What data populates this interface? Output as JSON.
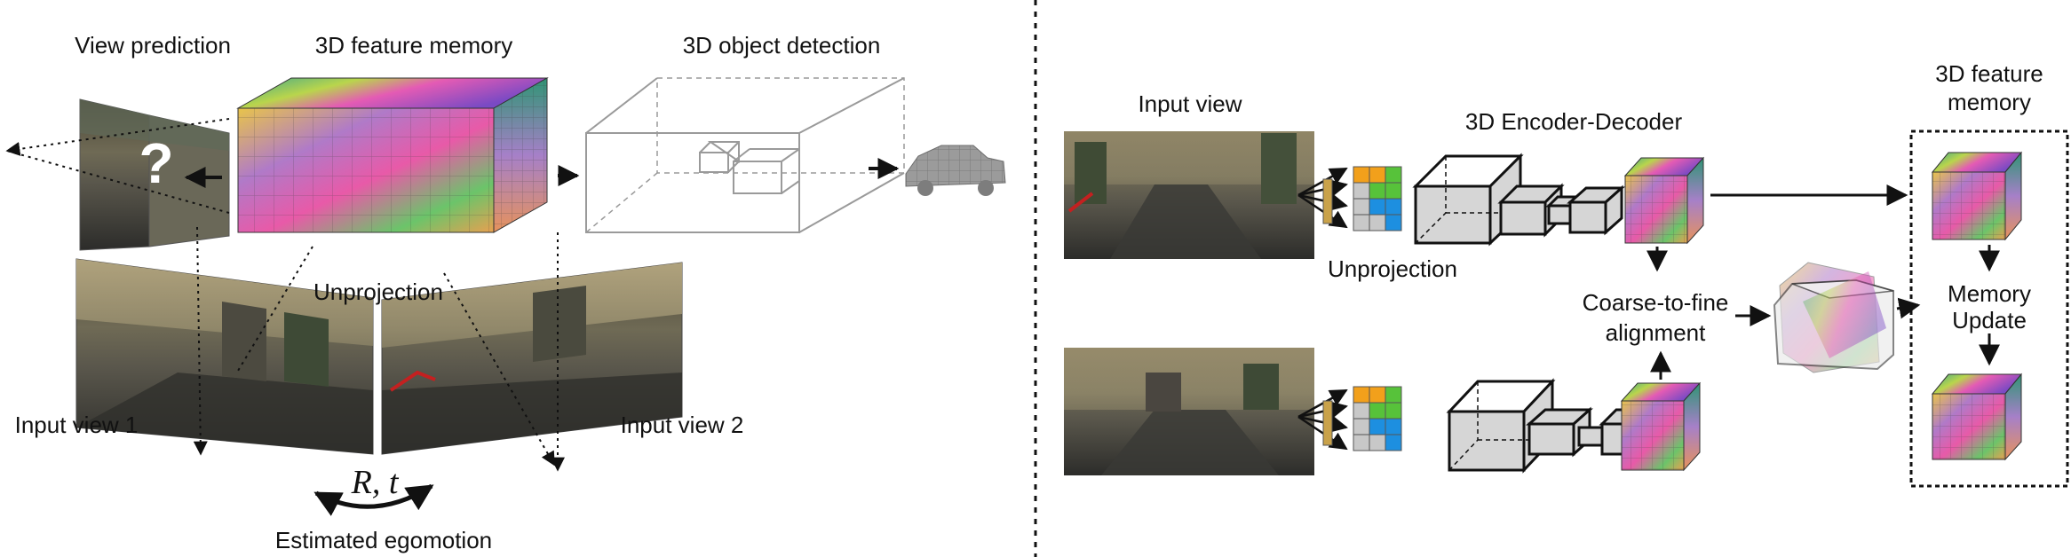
{
  "left_panel": {
    "view_prediction": "View prediction",
    "feature_memory": "3D feature memory",
    "object_detection": "3D object detection",
    "unprojection": "Unprojection",
    "input_view_1": "Input view 1",
    "input_view_2": "Input view 2",
    "pose_symbol": "R, t",
    "egomotion": "Estimated egomotion",
    "question_mark": "?"
  },
  "right_panel": {
    "input_view": "Input view",
    "encoder_decoder": "3D Encoder-Decoder",
    "unprojection": "Unprojection",
    "alignment_line1": "Coarse-to-fine",
    "alignment_line2": "alignment",
    "memory_title_line1": "3D feature",
    "memory_title_line2": "memory",
    "memory_update_line1": "Memory",
    "memory_update_line2": "Update"
  },
  "colors": {
    "cube_top": [
      "#35b09a",
      "#b8d64a",
      "#e84fb0",
      "#7a48c8"
    ],
    "cube_side": [
      "#28936f",
      "#a67bc6",
      "#e6915a"
    ],
    "grid_orange": "#f2a01b",
    "grid_green": "#57c23a",
    "grid_blue": "#1d8fe0",
    "grid_gray": "#c8c8c8",
    "block_fill": "#d6d6d6"
  }
}
